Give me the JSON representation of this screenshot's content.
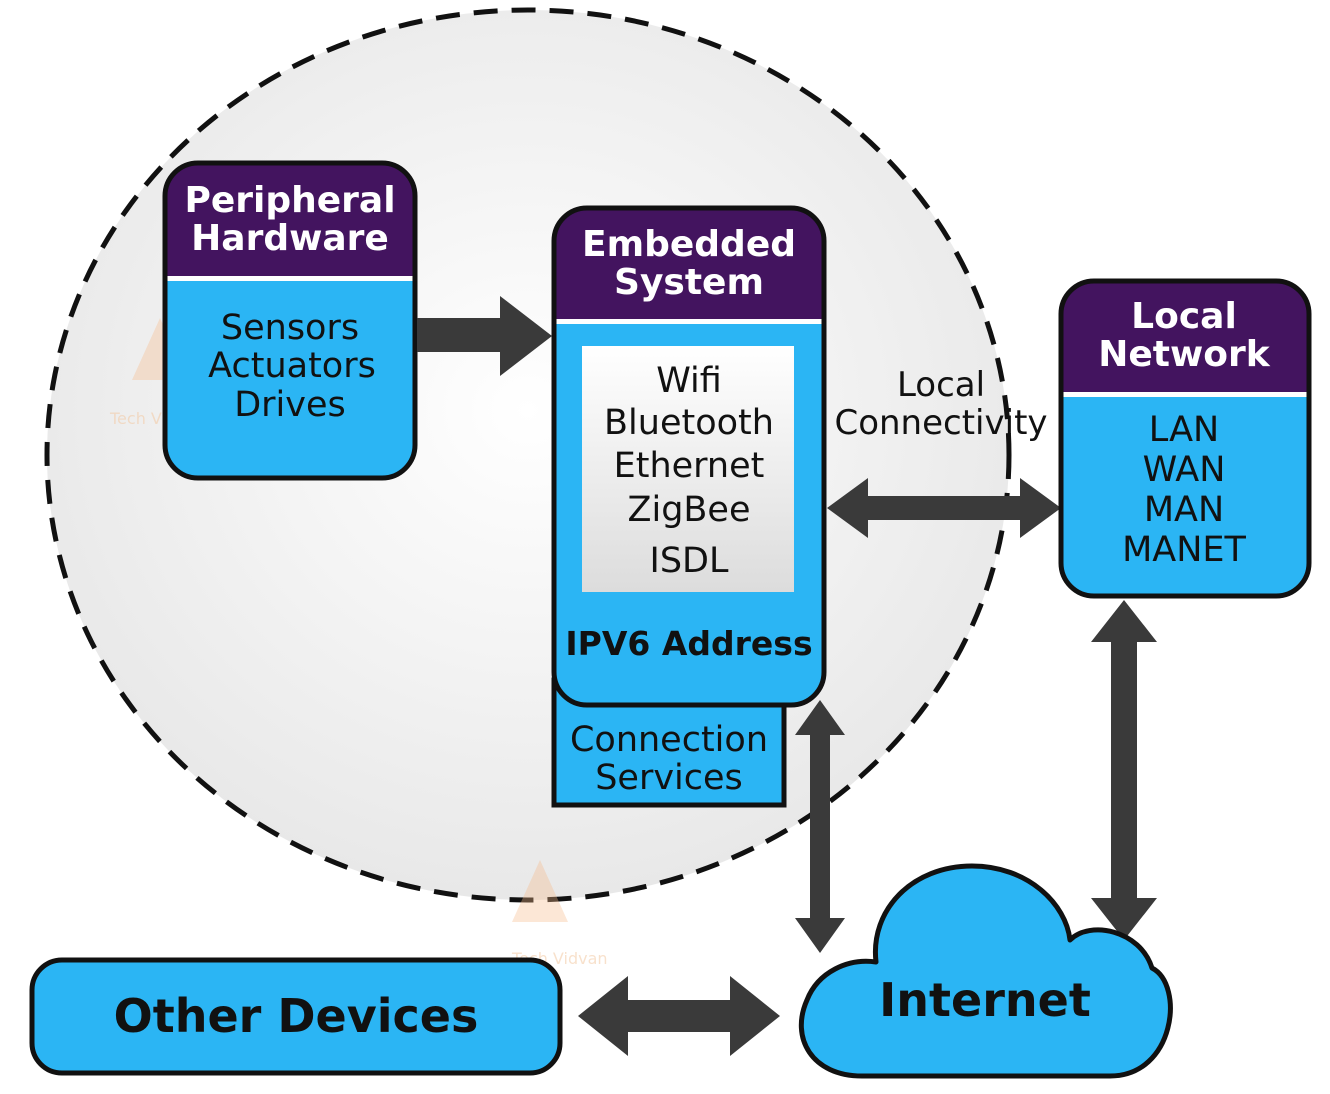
{
  "diagram": {
    "peripheral": {
      "title_line1": "Peripheral",
      "title_line2": "Hardware",
      "items": [
        "Sensors",
        "Actuators",
        "Drives"
      ]
    },
    "embedded": {
      "title_line1": "Embedded",
      "title_line2": "System",
      "items": [
        "Wifi",
        "Bluetooth",
        "Ethernet",
        "ZigBee",
        "ISDL"
      ],
      "address": "IPV6 Address"
    },
    "connection_services": {
      "line1": "Connection",
      "line2": "Services"
    },
    "local_connectivity": {
      "line1": "Local",
      "line2": "Connectivity"
    },
    "local_network": {
      "title_line1": "Local",
      "title_line2": "Network",
      "items": [
        "LAN",
        "WAN",
        "MAN",
        "MANET"
      ]
    },
    "internet": {
      "label": "Internet"
    },
    "other_devices": {
      "label": "Other Devices"
    },
    "watermark": "Tech Vidvan"
  },
  "colors": {
    "header": "#43145f",
    "box_fill": "#2bb5f4",
    "arrow": "#3a3a3a",
    "circle_fill": "#efefef",
    "outline": "#111111"
  }
}
